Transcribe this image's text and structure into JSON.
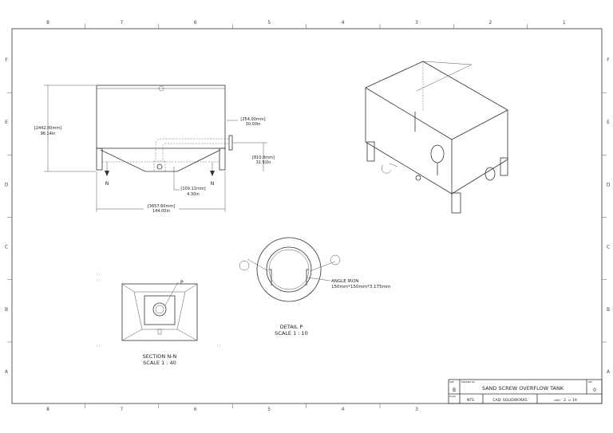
{
  "sheet": {
    "columns_top": [
      "8",
      "7",
      "6",
      "5",
      "4",
      "3",
      "2",
      "1"
    ],
    "columns_bottom": [
      "8",
      "7",
      "6",
      "5",
      "4",
      "3"
    ],
    "rows": [
      "F",
      "E",
      "D",
      "C",
      "B",
      "A"
    ]
  },
  "front_view": {
    "height_mm": "[2442.00mm]",
    "height_in": "96.14in",
    "pipe_offset_mm": "[254.00mm]",
    "pipe_offset_in": "10.00in",
    "outlet_height_mm": "[810.8mm]",
    "outlet_height_in": "31.92in",
    "drain_mm": "[109.11mm]",
    "drain_in": "4.30in",
    "width_mm": "[3657.60mm]",
    "width_in": "144.00in",
    "section_marker": "N"
  },
  "section_view": {
    "marker": "P",
    "title": "SECTION N-N",
    "scale": "SCALE 1 : 40"
  },
  "detail_view": {
    "title": "DETAIL P",
    "scale": "SCALE 1 : 10",
    "callout": "ANGLE IRON",
    "callout_size": "150mm*150mm*3.175mm"
  },
  "title_block": {
    "size_label": "SIZE",
    "size": "B",
    "dwg_label": "DRAWING NO",
    "title": "SAND SCREW OVERFLOW TANK",
    "rev_label": "REV",
    "rev": "0",
    "scale_label": "SCALE",
    "scale": "NTS",
    "cad": "CAD: SOLIDWORKS",
    "sheet_label": "SHEET",
    "sheet": "3",
    "of_label": "OF",
    "sheet_total": "19"
  }
}
